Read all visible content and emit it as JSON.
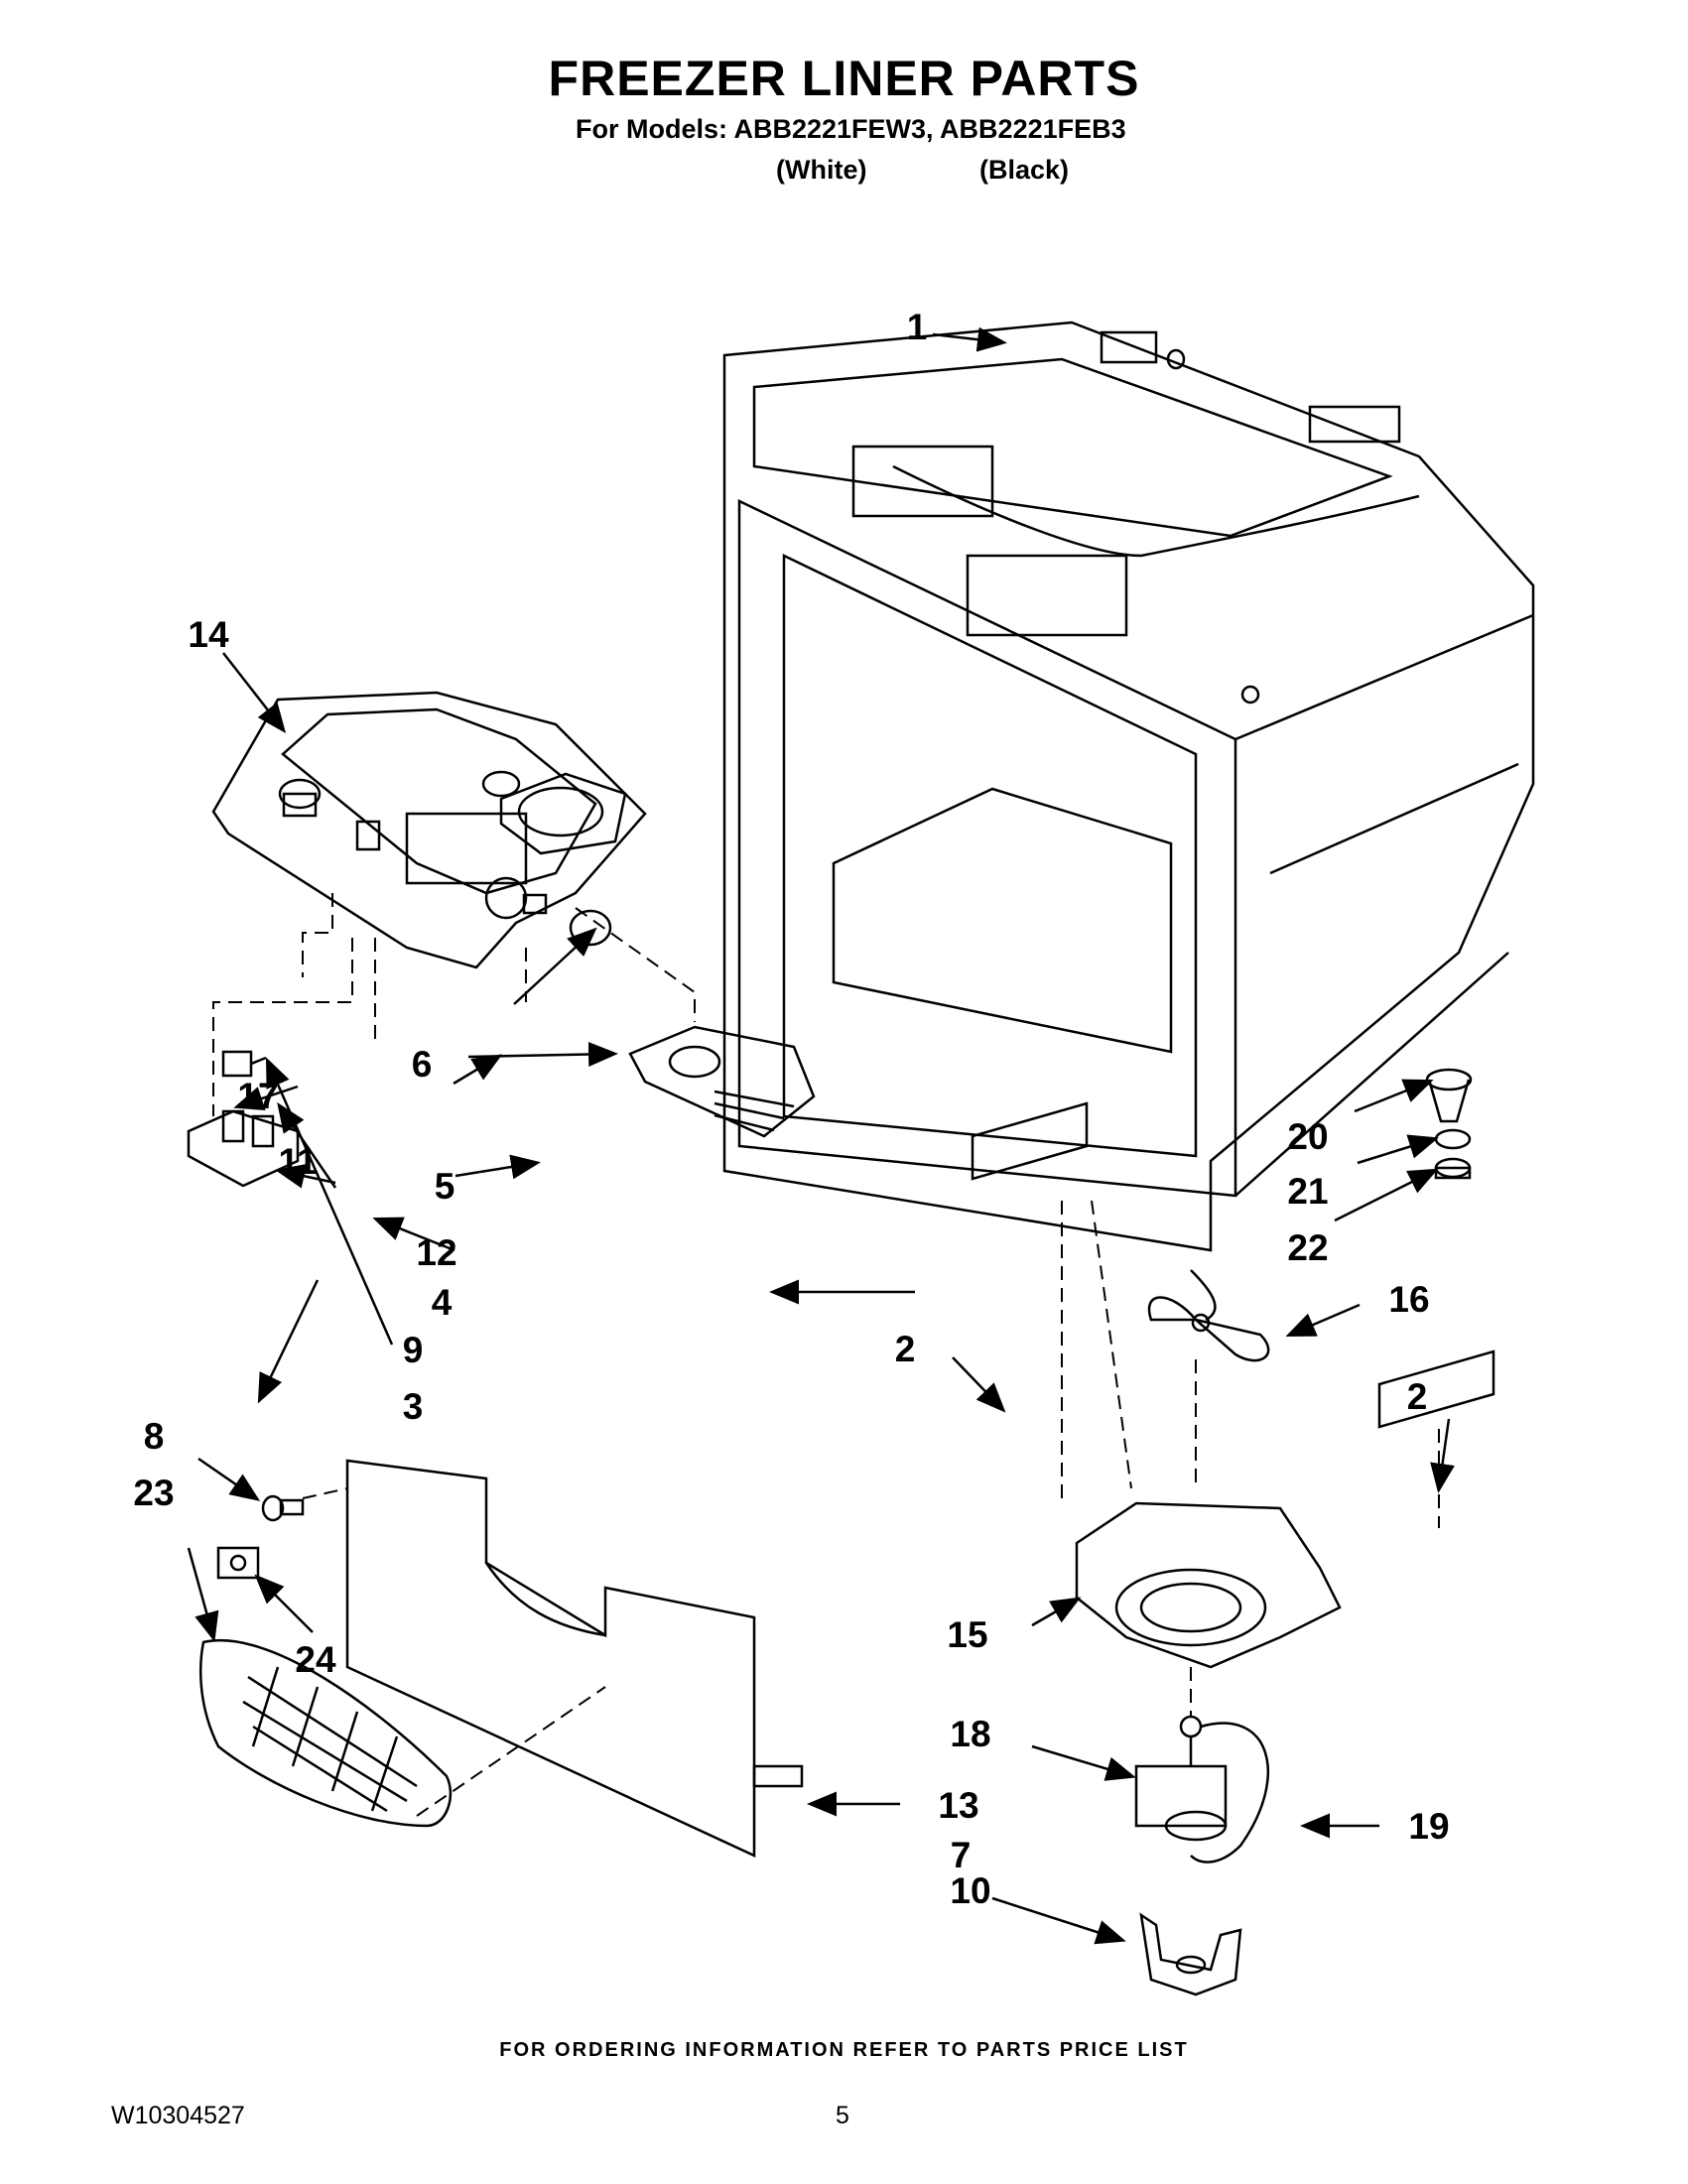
{
  "header": {
    "title": "FREEZER LINER PARTS",
    "models_line": "For Models: ABB2221FEW3, ABB2221FEB3",
    "variant_white": "(White)",
    "variant_black": "(Black)"
  },
  "callouts": {
    "c1": "1",
    "c2a": "2",
    "c2b": "2",
    "c3": "3",
    "c4": "4",
    "c5": "5",
    "c6": "6",
    "c7": "7",
    "c8": "8",
    "c9": "9",
    "c10": "10",
    "c11": "11",
    "c12": "12",
    "c13": "13",
    "c14": "14",
    "c15": "15",
    "c16": "16",
    "c17": "17",
    "c18": "18",
    "c19": "19",
    "c20": "20",
    "c21": "21",
    "c22": "22",
    "c23": "23",
    "c24": "24"
  },
  "footer": {
    "ordering_note": "FOR ORDERING INFORMATION REFER TO PARTS PRICE LIST",
    "doc_number": "W10304527",
    "page_number": "5"
  }
}
